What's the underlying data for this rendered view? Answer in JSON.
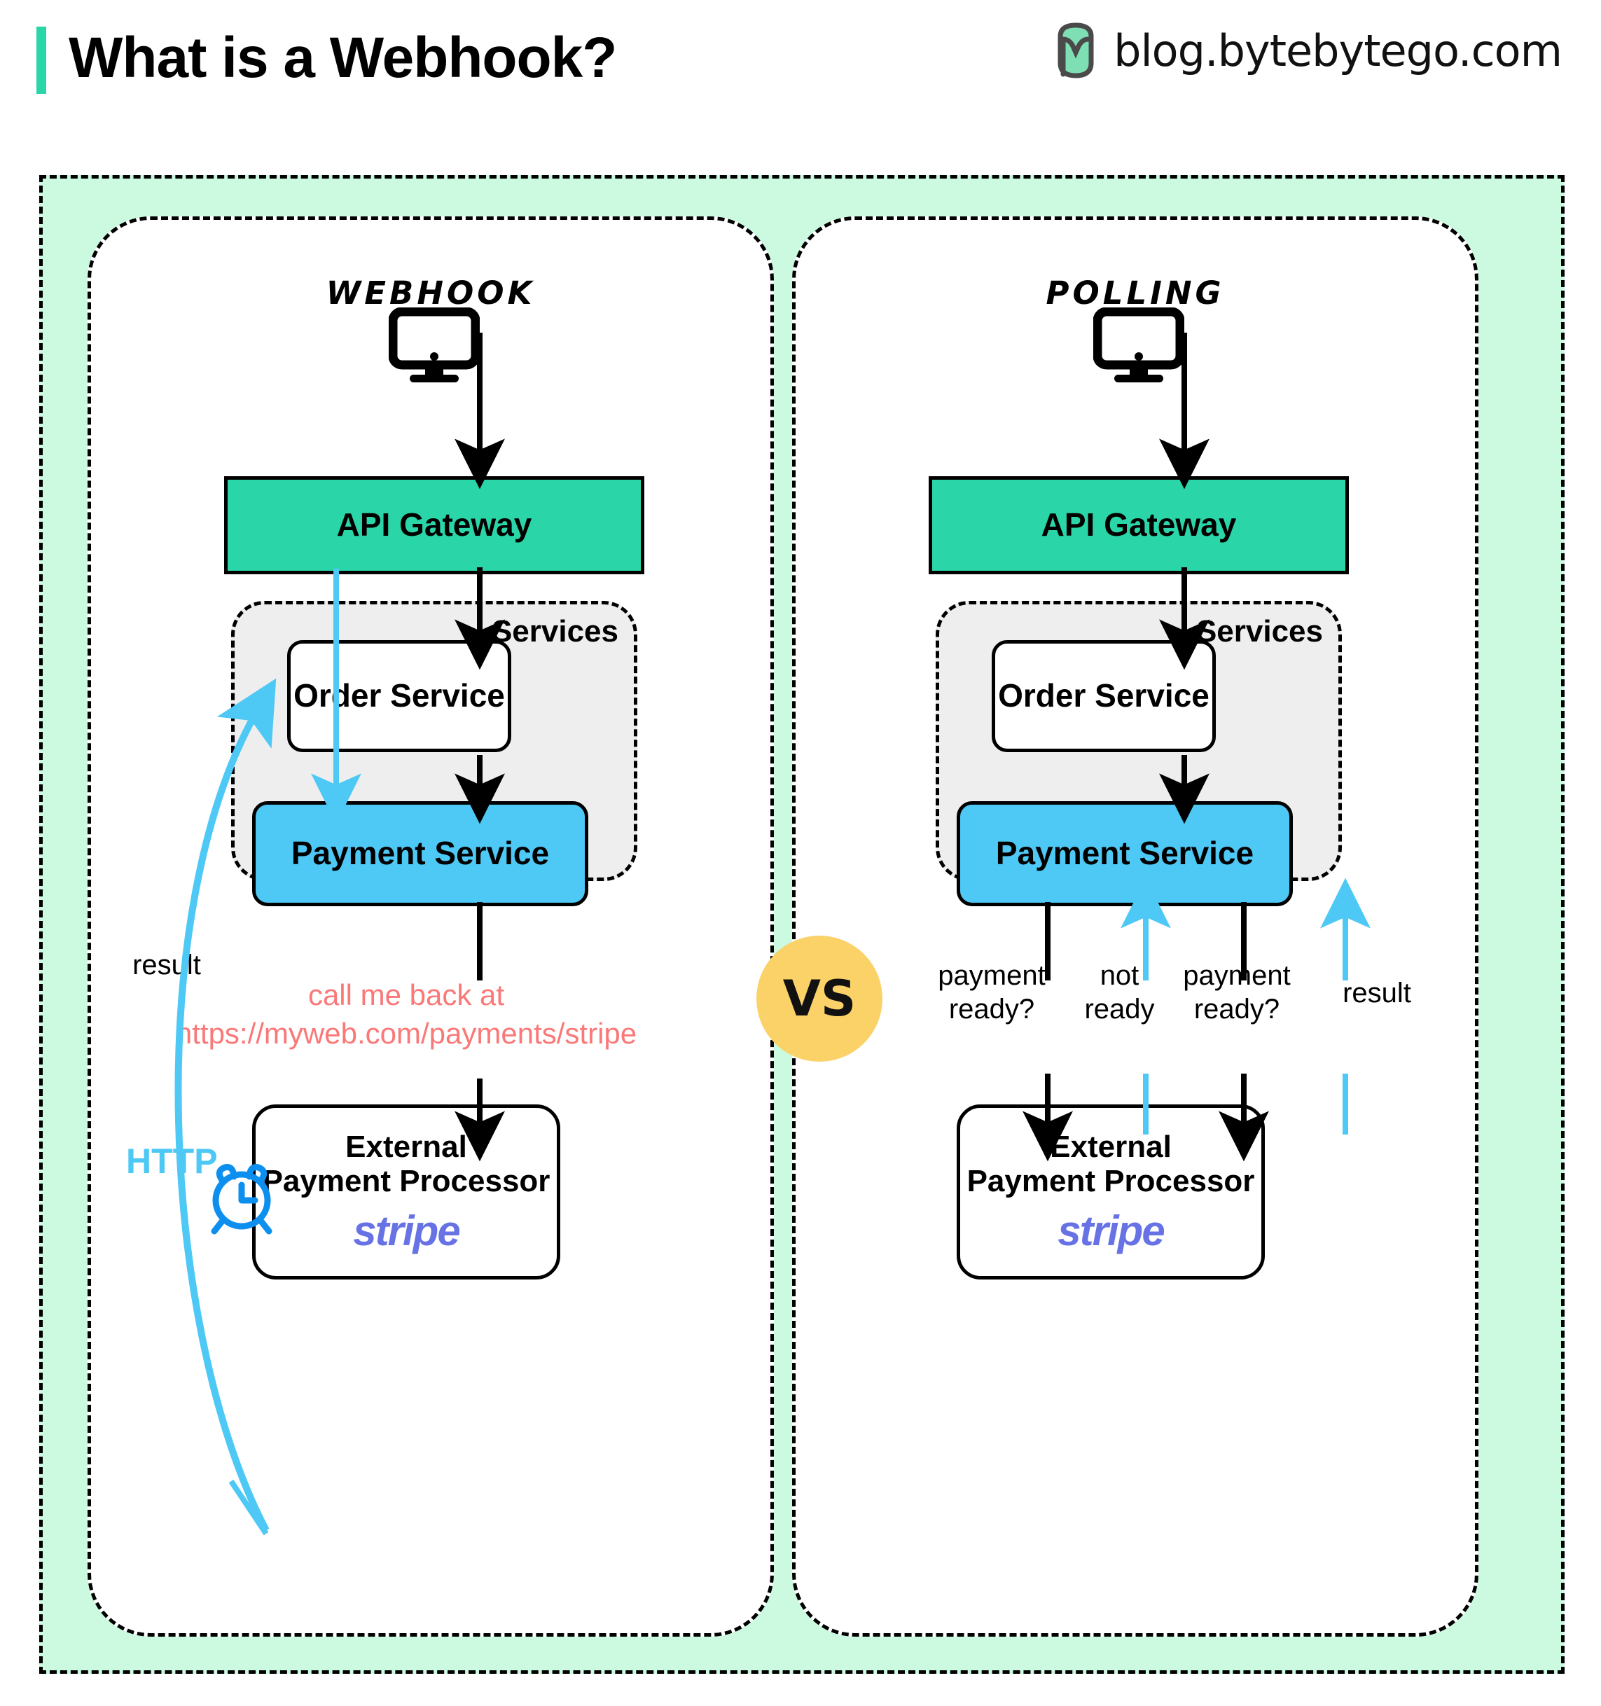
{
  "header": {
    "title": "What is a Webhook?",
    "brand": "blog.bytebytego.com",
    "accent_color": "#2ad6a8",
    "logo_icon": "bytebytego-logo-icon"
  },
  "vs_badge": {
    "label": "VS",
    "color": "#fbd268"
  },
  "colors": {
    "outer_background": "#ccfae0",
    "gateway": "#2ad6a8",
    "payment_service": "#4ec8f5",
    "services_group": "#eeeeee",
    "callback_text": "#fa7878",
    "http_label": "#4ec8f5",
    "clock_icon": "#0d8ff0",
    "stripe_logo": "#6772e5",
    "arrow_black": "#000000",
    "arrow_blue": "#4ec8f5"
  },
  "panels": [
    {
      "id": "webhook",
      "title": "Webhook",
      "client_icon": "monitor-icon",
      "gateway": "API Gateway",
      "services_label": "Services",
      "order_service": "Order\nService",
      "payment_service": "Payment Service",
      "processor_title": "External\nPayment Processor",
      "processor_brand": "stripe",
      "callback_note": "call me back at\nhttps://myweb.com/payments/stripe",
      "result_label": "result",
      "http_label": "HTTP",
      "clock_icon": "alarm-clock-icon"
    },
    {
      "id": "polling",
      "title": "Polling",
      "client_icon": "monitor-icon",
      "gateway": "API Gateway",
      "services_label": "Services",
      "order_service": "Order\nService",
      "payment_service": "Payment Service",
      "processor_title": "External\nPayment Processor",
      "processor_brand": "stripe",
      "poll_labels": [
        "payment\nready?",
        "not\nready",
        "payment\nready?",
        "result"
      ]
    }
  ]
}
